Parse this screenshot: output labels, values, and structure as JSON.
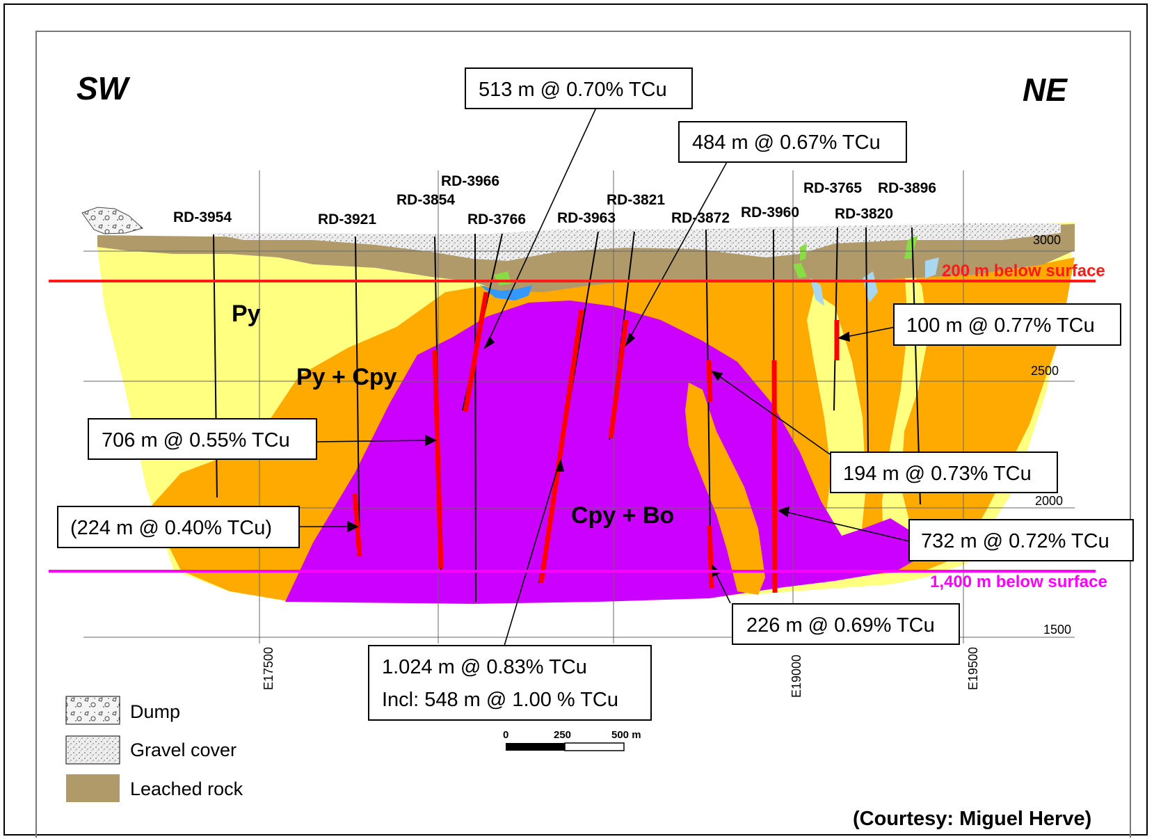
{
  "directions": {
    "left": "SW",
    "right": "NE"
  },
  "drill_holes": [
    "RD-3954",
    "RD-3921",
    "RD-3854",
    "RD-3966",
    "RD-3766",
    "RD-3963",
    "RD-3821",
    "RD-3872",
    "RD-3960",
    "RD-3765",
    "RD-3896",
    "RD-3820"
  ],
  "elevations": [
    "3000",
    "2500",
    "2000",
    "1500"
  ],
  "eastings": [
    "E17500",
    "E19000",
    "E19500"
  ],
  "zones": {
    "py": "Py",
    "py_cpy": "Py + Cpy",
    "cpy_bo": "Cpy + Bo"
  },
  "intercepts": [
    "513 m @ 0.70% TCu",
    "484 m @ 0.67% TCu",
    "100 m @ 0.77% TCu",
    "706 m @ 0.55% TCu",
    "194 m @ 0.73% TCu",
    "(224 m @ 0.40% TCu)",
    "732 m @ 0.72% TCu",
    "226 m @ 0.69% TCu",
    "1.024 m @ 0.83% TCu",
    "Incl: 548 m @ 1.00 % TCu"
  ],
  "reference_lines": {
    "upper": "200 m below surface",
    "lower": "1,400 m below surface"
  },
  "legend": [
    "Dump",
    "Gravel cover",
    "Leached rock"
  ],
  "scale_bar": {
    "ticks": [
      "0",
      "250",
      "500 m"
    ]
  },
  "credit": "(Courtesy: Miguel Herve)",
  "colors": {
    "py": "#ffff80",
    "py_cpy": "#ffaa00",
    "cpy_bo": "#cc00ff",
    "leached": "#b09a6a",
    "gravel": "#e8e8e8",
    "intercept": "#ff0000",
    "upper_line": "#ff1a1a",
    "lower_line": "#ff00ff"
  }
}
